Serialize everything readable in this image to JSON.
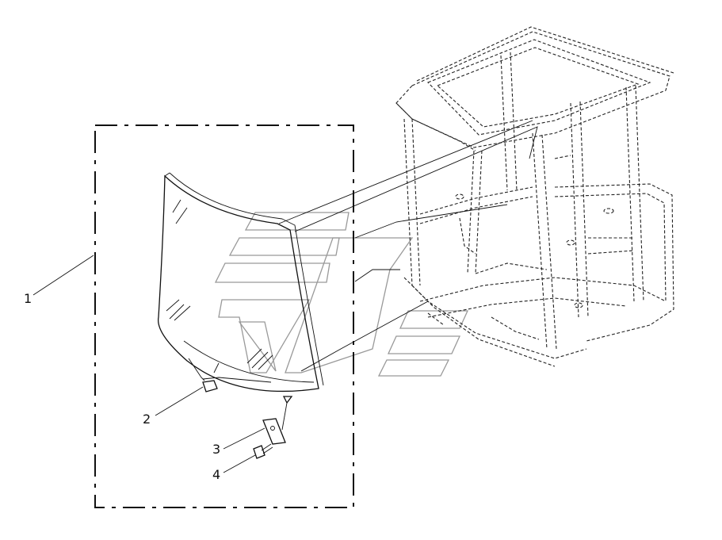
{
  "callouts": [
    {
      "id": "1",
      "label": "1",
      "part": "windshield-assembly"
    },
    {
      "id": "2",
      "label": "2",
      "part": "rubber-spacer"
    },
    {
      "id": "3",
      "label": "3",
      "part": "mounting-bracket"
    },
    {
      "id": "4",
      "label": "4",
      "part": "bolt"
    }
  ]
}
